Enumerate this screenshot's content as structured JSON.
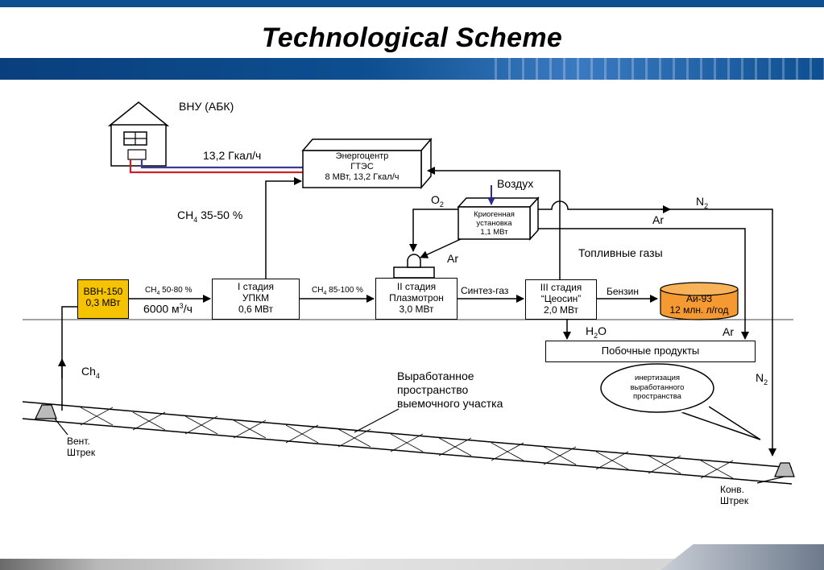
{
  "slide": {
    "title": "Technological Scheme"
  },
  "building": {
    "label": "ВНУ (АБК)"
  },
  "heat_line": {
    "label": "13,2 Гкал/ч"
  },
  "energy_center": {
    "line1": "Энергоцентр",
    "line2": "ГТЭС",
    "line3": "8 МВт,   13,2 Гкал/ч"
  },
  "ch4_branch": {
    "label": "CH",
    "sub": "4",
    "tail": " 35-50 %"
  },
  "cryo": {
    "line1": "Криогенная",
    "line2": "установка",
    "line3": "1,1 МВт"
  },
  "air": {
    "label": "Воздух"
  },
  "o2": {
    "label": "O",
    "sub": "2"
  },
  "ar_left": {
    "label": "Ar"
  },
  "ar_mid": {
    "label": "Ar"
  },
  "ar_right": {
    "label": "Ar"
  },
  "n2_top": {
    "label": "N",
    "sub": "2"
  },
  "n2_right": {
    "label": "N",
    "sub": "2"
  },
  "fuel_gases": {
    "label": "Топливные газы"
  },
  "vvn": {
    "line1": "ВВН-150",
    "line2": "0,3 МВт"
  },
  "flow1": {
    "label": "CH",
    "sub": "4",
    "tail": " 50-80 %"
  },
  "flow_rate": {
    "label": "6000 м",
    "sup": "3",
    "tail": "/ч"
  },
  "stage1": {
    "line1": "I стадия",
    "line2": "УПКМ",
    "line3": "0,6 МВт"
  },
  "flow2": {
    "label": "CH",
    "sub": "4",
    "tail": " 85-100 %"
  },
  "stage2": {
    "line1": "II стадия",
    "line2": "Плазмотрон",
    "line3": "3,0 МВт"
  },
  "syngas": {
    "label": "Синтез-газ"
  },
  "stage3": {
    "line1": "III стадия",
    "line2": "“Цеосин”",
    "line3": "2,0 МВт"
  },
  "benzin": {
    "label": "Бензин"
  },
  "tank": {
    "line1": "Аи-93",
    "line2": "12 млн. л/год"
  },
  "h2o": {
    "label": "H",
    "sub": "2",
    "tail": "O"
  },
  "byproducts": {
    "label": "Побочные продукты"
  },
  "ch4_low": {
    "label": "Ch",
    "sub": "4"
  },
  "mined_space": {
    "line1": "Выработанное",
    "line2": "пространство",
    "line3": "выемочного участка"
  },
  "callout": {
    "line1": "инертизация",
    "line2": "выработанного",
    "line3": "пространства"
  },
  "vent": {
    "line1": "Вент.",
    "line2": "Штрек"
  },
  "conv": {
    "line1": "Конв.",
    "line2": "Штрек"
  },
  "colors": {
    "header": "#0d4f91",
    "vvn": "#f5c300",
    "tank": "#f59a32",
    "heat_red": "#d0202a",
    "heat_blue": "#3a3a9a"
  }
}
